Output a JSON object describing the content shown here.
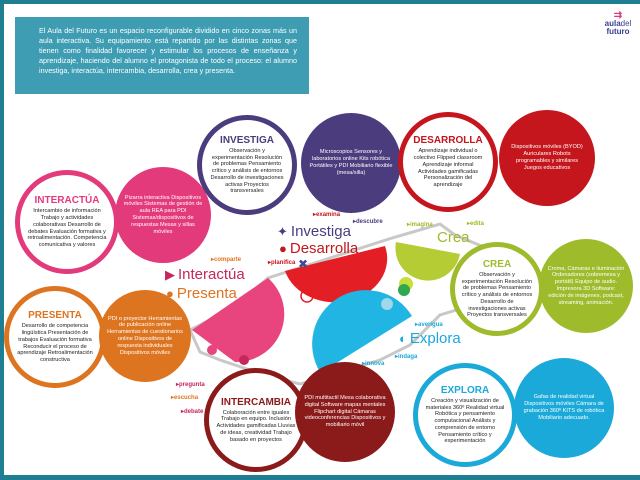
{
  "intro": "El Aula del Futuro es un espacio reconfigurable dividido en cinco zonas más un aula interactiva. Su equipamiento está repartido por las distintas zonas que tienen como finalidad favorecer y estimular los procesos de enseñanza y aprendizaje, haciendo del alumno el protagonista de todo el proceso: el alumno investiga, interactúa, intercambia, desarrolla, crea y presenta.",
  "logo": {
    "line1": "aula",
    "line1b": "del",
    "line2": "futuro"
  },
  "zones": {
    "interactua": {
      "title": "INTERACTÚA",
      "skills": "Intercambio de información Trabajo y actividades colaborativas Desarrollo de debates Evaluación formativa y retroalimentación. Competencia comunicativa y valores",
      "equipment": "Pizarra interactiva Dispositivos móviles Sistemas de gestión de aula REA para PDI Sistemas/dispositivos de respuestas Mesas y sillas móviles",
      "color": "#e33a7c"
    },
    "investiga": {
      "title": "INVESTIGA",
      "skills": "Observación y experimentación Resolución de problemas Pensamiento crítico y análisis de entornos Desarrollo de investigaciones activas Proyectos transversales",
      "equipment": "Microscopios Sensores y laboratorios online Kits robótica Portátiles y PDI Mobiliario flexible (mesa/silla)",
      "color": "#4b3c7e"
    },
    "desarrolla": {
      "title": "DESARROLLA",
      "skills": "Aprendizaje individual o colectivo Flipped classroom Aprendizaje informal Actividades gamificadas Personalización del aprendizaje",
      "equipment": "Dispositivos móviles (BYOD) Auriculares Robots programables y similares Juegos educativos",
      "color": "#c4161c"
    },
    "crea": {
      "title": "CREA",
      "skills": "Observación y experimentación Resolución de problemas Pensamiento crítico y análisis de entornos Desarrollo de investigaciones activas Proyectos transversales",
      "equipment": "Croma, Cámaras e iluminación Ordenadores (sobremesa y portátil) Equipo de audio. Impresora 3D Software: edición de imágenes, podcast, streaming, animación.",
      "color": "#9dbb2b"
    },
    "presenta": {
      "title": "PRESENTA",
      "skills": "Desarrollo de competencia lingüística Presentación de trabajos Evaluación formativa Reconducir el proceso de aprendizaje Retroalimentación constructiva",
      "equipment": "PDI o proyector Herramientas de publicación online Herramientas de cuestionarios online Dispositivos de respuesta individuales Dispositivos móviles",
      "color": "#dd7420"
    },
    "intercambia": {
      "title": "INTERCAMBIA",
      "skills": "Colaboración entre iguales Trabajo en equipo. Inclusión Actividades gamificadas Lluvias de ideas, creatividad Trabajo basado en proyectos",
      "equipment": "PDI multitactil Mesa colaborativa digital Software mapas mentales Flipchart digital Cámaras videoconferencias Dispositivos y mobiliario móvil",
      "color": "#8b1a1a"
    },
    "explora": {
      "title": "EXPLORA",
      "skills": "Creación y visualización de materiales 360º Realidad virtual Robótica y pensamiento computacional Análisis y comprensión de entorno Pensamiento crítico y experimentación",
      "equipment": "Gafas de realidad virtual Dispositivos móviles Cámara de grabación 360º KITS de robótica Mobiliario adecuado.",
      "color": "#1aa9d9"
    }
  },
  "labels": {
    "investiga": "Investiga",
    "desarrolla": "Desarrolla",
    "interactua": "Interactúa",
    "presenta": "Presenta",
    "crea": "Crea",
    "explora": "Explora"
  },
  "verbs": {
    "examina": "examina",
    "descubre": "descubre",
    "imagina": "imagina",
    "edita": "edita",
    "comparte": "comparte",
    "planifica": "planifica",
    "averigua": "averigua",
    "indaga": "indaga",
    "innova": "innova",
    "pregunta": "pregunta",
    "escucha": "escucha",
    "debate": "debate"
  }
}
